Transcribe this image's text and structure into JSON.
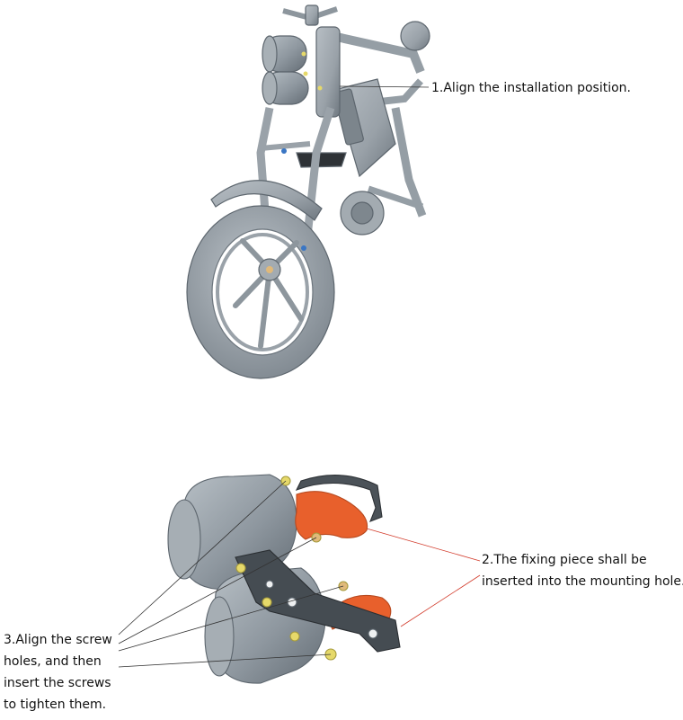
{
  "steps": {
    "step1": "1.Align the installation position.",
    "step2": {
      "line1": "2.The fixing piece shall be",
      "line2": "inserted into the mounting hole."
    },
    "step3": {
      "line1": "3.Align the screw",
      "line2": "holes, and then",
      "line3": "insert the screws",
      "line4": "to tighten them."
    }
  },
  "colors": {
    "part_gray": "#9ba3aa",
    "part_shadow": "#6f7880",
    "bracket_orange": "#e8602c",
    "leader_black": "#333333",
    "leader_red": "#d23a2a",
    "screw_yellow": "#e6d96a"
  },
  "icons": [
    "bike-illustration",
    "headlight-assembly-illustration"
  ]
}
